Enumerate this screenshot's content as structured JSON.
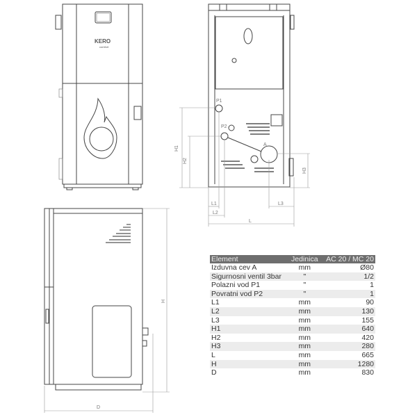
{
  "front_view": {
    "logo_text": "KERO",
    "logo_subtext": "comfort"
  },
  "back_view": {
    "labels": {
      "p1": "P1",
      "p2": "P2",
      "a": "A"
    },
    "dimensions": {
      "h1": "H1",
      "h2": "H2",
      "h3": "H3",
      "l1": "L1",
      "l2": "L2",
      "l3": "L3",
      "l": "L"
    }
  },
  "side_view": {
    "dimensions": {
      "h": "H",
      "d": "D"
    }
  },
  "table": {
    "headers": [
      "Element",
      "Jedinica",
      "AC 20 / MC 20"
    ],
    "rows": [
      [
        "Izduvna cev A",
        "mm",
        "Ø80"
      ],
      [
        "Sigurnosni ventil 3bar",
        "\"",
        "1/2"
      ],
      [
        "Polazni vod P1",
        "\"",
        "1"
      ],
      [
        "Povratni vod P2",
        "\"",
        "1"
      ],
      [
        "L1",
        "mm",
        "90"
      ],
      [
        "L2",
        "mm",
        "130"
      ],
      [
        "L3",
        "mm",
        "155"
      ],
      [
        "H1",
        "mm",
        "640"
      ],
      [
        "H2",
        "mm",
        "420"
      ],
      [
        "H3",
        "mm",
        "280"
      ],
      [
        "L",
        "mm",
        "665"
      ],
      [
        "H",
        "mm",
        "1280"
      ],
      [
        "D",
        "mm",
        "830"
      ]
    ]
  }
}
